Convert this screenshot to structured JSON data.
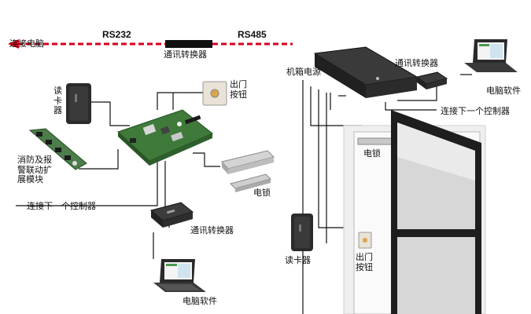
{
  "top_bar": {
    "left_label": "连接电脑",
    "rs232": "RS232",
    "rs485": "RS485",
    "converter": "通讯转换器"
  },
  "left_diagram": {
    "reader": "读卡器",
    "exit_button": "出门按钮",
    "fire_alarm": "消防及报警联动扩展模块",
    "lock": "电锁",
    "next_controller": "连接下一个控制器",
    "converter": "通讯转换器",
    "software": "电脑软件"
  },
  "right_diagram": {
    "power_box": "机箱电源",
    "converter": "通讯转换器",
    "software": "电脑软件",
    "next_controller": "连接下一个控制器",
    "lock": "电锁",
    "reader": "读卡器",
    "exit_button": "出门按钮"
  },
  "colors": {
    "arrow_red": "#d6001c",
    "device_dark": "#2b2b2b",
    "board_green": "#3f7a3a",
    "door_frame": "#1e1e1e",
    "wall": "#e8e8e8"
  }
}
